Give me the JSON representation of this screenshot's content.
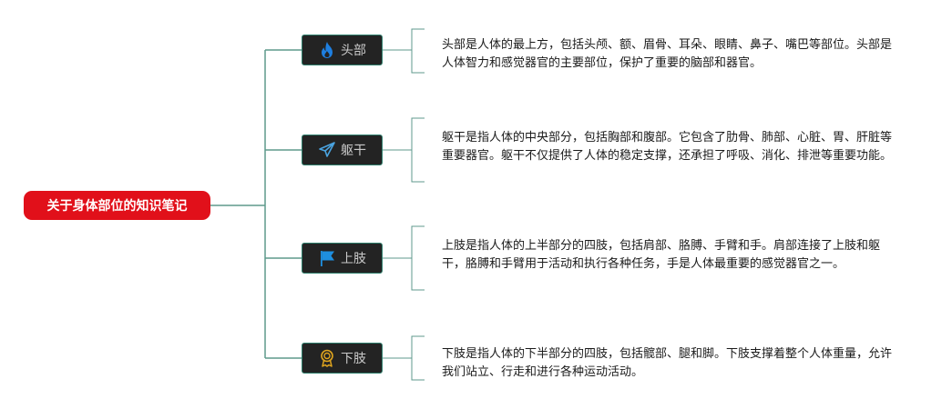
{
  "root": {
    "label": "关于身体部位的知识笔记"
  },
  "branches": [
    {
      "label": "头部",
      "icon": "flame-icon",
      "note": "头部是人体的最上方，包括头颅、额、眉骨、耳朵、眼睛、鼻子、嘴巴等部位。头部是人体智力和感觉器官的主要部位，保护了重要的脑部和器官。"
    },
    {
      "label": "躯干",
      "icon": "paper-plane-icon",
      "note": "躯干是指人体的中央部分，包括胸部和腹部。它包含了肋骨、肺部、心脏、胃、肝脏等重要器官。躯干不仅提供了人体的稳定支撑，还承担了呼吸、消化、排泄等重要功能。"
    },
    {
      "label": "上肢",
      "icon": "flag-icon",
      "note": "上肢是指人体的上半部分的四肢，包括肩部、胳膊、手臂和手。肩部连接了上肢和躯干，胳膊和手臂用于活动和执行各种任务，手是人体最重要的感觉器官之一。"
    },
    {
      "label": "下肢",
      "icon": "award-ribbon-icon",
      "note": "下肢是指人体的下半部分的四肢，包括髋部、腿和脚。下肢支撑着整个人体重量，允许我们站立、行走和进行各种运动活动。"
    }
  ],
  "colors": {
    "root_fill": "#e1101a",
    "node_fill": "#232323",
    "node_border": "#2f7f6d",
    "connector": "#5f9a8c",
    "flame": "#1e7fe0",
    "plane": "#4aa3df",
    "flag": "#1e8fe0",
    "award": "#e0a51e"
  }
}
